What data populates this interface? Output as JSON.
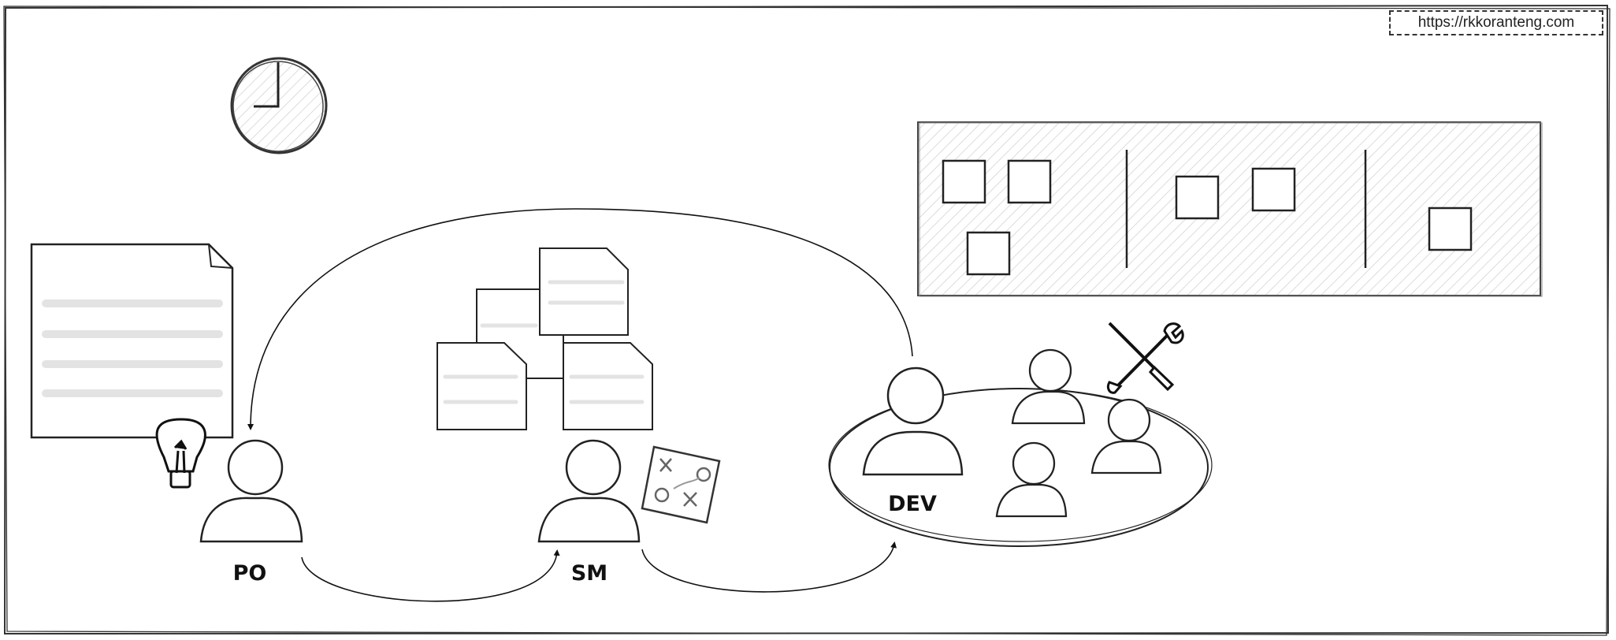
{
  "source_link": "https://rkkoranteng.com",
  "roles": {
    "po": "PO",
    "sm": "SM",
    "dev": "DEV"
  },
  "icons": {
    "clock": "clock-icon",
    "bulb": "lightbulb-icon",
    "tactics": "tactics-board-icon",
    "tools": "tools-icon",
    "person": "person-icon"
  },
  "colors": {
    "stroke": "#222222",
    "hatch": "#dddddd",
    "line_fill": "#e3e3e3"
  }
}
